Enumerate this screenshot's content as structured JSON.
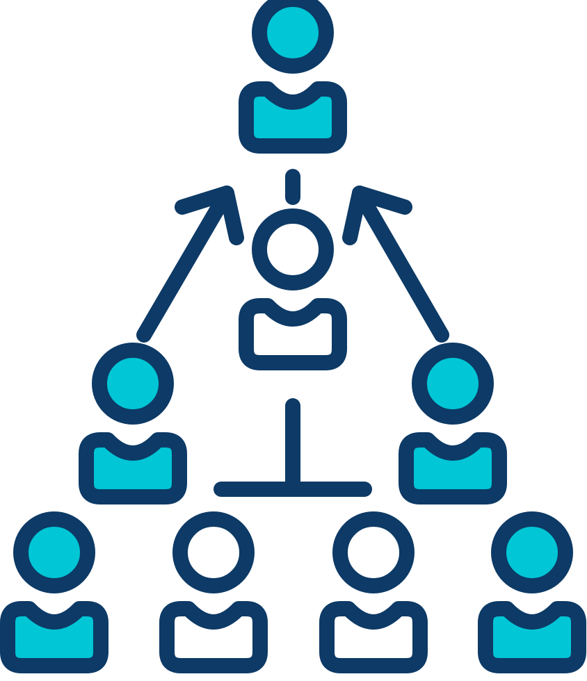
{
  "icon": {
    "name": "hierarchy-network-icon",
    "colors": {
      "stroke": "#0d3a66",
      "fill": "#00c6d6",
      "background": "#ffffff"
    },
    "people": [
      {
        "id": "top-person",
        "filled": true
      },
      {
        "id": "middle-person",
        "filled": false
      },
      {
        "id": "left-mid-person",
        "filled": true
      },
      {
        "id": "right-mid-person",
        "filled": true
      },
      {
        "id": "bottom-person-1",
        "filled": true
      },
      {
        "id": "bottom-person-2",
        "filled": false
      },
      {
        "id": "bottom-person-3",
        "filled": false
      },
      {
        "id": "bottom-person-4",
        "filled": true
      }
    ]
  }
}
